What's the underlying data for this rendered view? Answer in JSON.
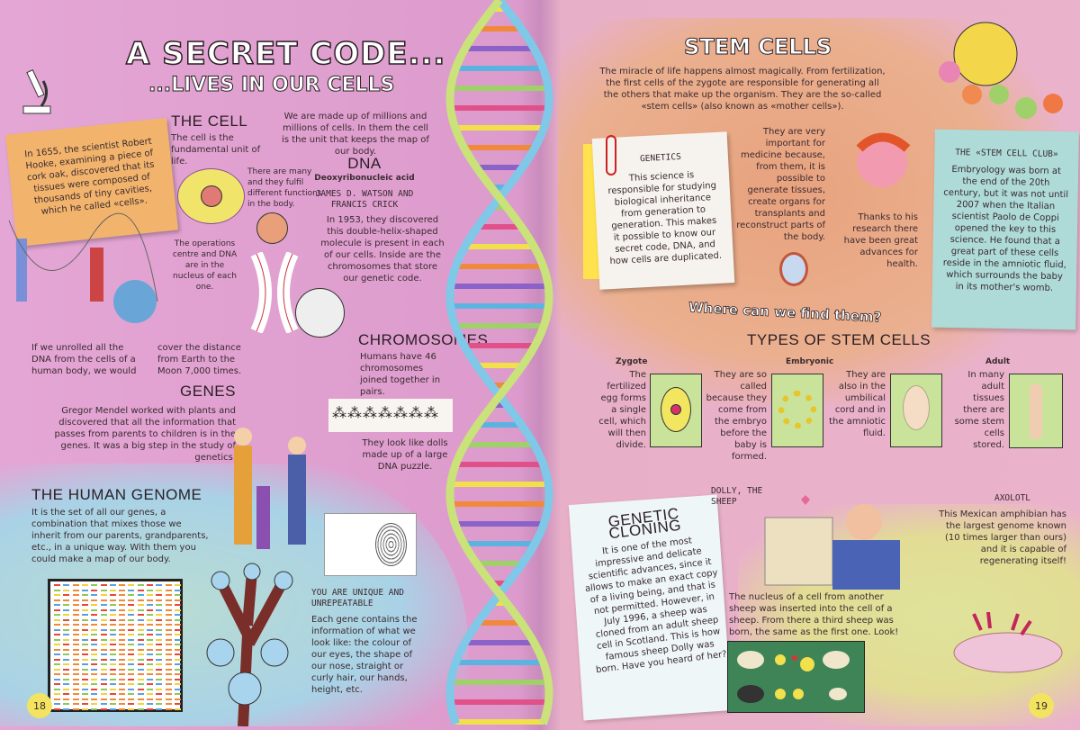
{
  "left_page": {
    "title": "A SECRET CODE...",
    "subtitle": "...LIVES IN OUR CELLS",
    "hooke_note": "In 1655, the scientist Robert Hooke, examining a piece of cork oak, discovered that its tissues were composed of thousands of tiny cavities, which he called «cells».",
    "cell": {
      "heading": "THE CELL",
      "text": "The cell is the fundamental unit of life.",
      "many": "There are many and they fulfil different functions in the body.",
      "nucleus": "The operations centre and DNA are in the nucleus of each one."
    },
    "millions": "We are made up of millions and millions of cells. In them the cell is the unit that keeps the map of our body.",
    "dna": {
      "heading": "DNA",
      "subheading": "Deoxyribonucleic acid",
      "scientists": "JAMES D. WATSON AND FRANCIS CRICK",
      "text": "In 1953, they discovered this double-helix-shaped molecule is present in each of our cells. Inside are the chromosomes that store our genetic code."
    },
    "unroll_1": "If we unrolled all the DNA from the cells of a human body, we would",
    "unroll_2": "cover the distance from Earth to the Moon 7,000 times.",
    "chromosomes": {
      "heading": "CHROMOSOMES",
      "text": "Humans have 46 chromosomes joined together in pairs.",
      "dolls": "They look like dolls made up of a large DNA puzzle."
    },
    "genes": {
      "heading": "GENES",
      "text": "Gregor Mendel worked with plants and discovered that all the information that passes from parents to children is in the genes. It was a big step in the study of genetics."
    },
    "genome": {
      "heading": "THE HUMAN GENOME",
      "text": "It is the set of all our genes, a combination that mixes those we inherit from our parents, grandparents, etc., in a unique way. With them you could make a map of our body."
    },
    "unique": {
      "heading": "YOU ARE UNIQUE AND UNREPEATABLE",
      "text": "Each gene contains the information of what we look like: the colour of our eyes, the shape of our nose, straight or curly hair, our hands, height, etc."
    },
    "page_number": "18"
  },
  "right_page": {
    "title": "STEM CELLS",
    "intro": "The miracle of life happens almost magically. From fertilization, the first cells of the zygote are responsible for generating all the others that make up the organism. They are the so-called «stem cells» (also known as «mother cells»).",
    "genetics": {
      "heading": "GENETICS",
      "text": "This science is responsible for studying biological inheritance from generation to generation. This makes it possible to know our secret code, DNA, and how cells are duplicated."
    },
    "important": "They are very important for medicine because, from them, it is possible to generate tissues, create organs for transplants and reconstruct parts of the body.",
    "research": "Thanks to his research there have been great advances for health.",
    "club": {
      "heading": "THE «STEM CELL CLUB»",
      "text": "Embryology was born at the end of the 20th century, but it was not until 2007 when the Italian scientist Paolo de Coppi opened the key to this science. He found that a great part of these cells reside in the amniotic fluid, which surrounds the baby in its mother's womb."
    },
    "where": "Where can we find them?",
    "types": {
      "heading": "TYPES OF STEM CELLS",
      "items": [
        {
          "label": "Zygote",
          "text": "The fertilized egg forms a single cell, which will then divide."
        },
        {
          "label": "Embryonic",
          "text": "They are so called because they come from the embryo before the baby is formed."
        },
        {
          "label": "",
          "text": "They are also in the umbilical cord and in the amniotic fluid."
        },
        {
          "label": "Adult",
          "text": "In many adult tissues there are some stem cells stored."
        }
      ]
    },
    "cloning": {
      "heading": "GENETIC CLONING",
      "text": "It is one of the most impressive and delicate scientific advances, since it allows to make an exact copy of a living being, and that is not permitted. However, in July 1996, a sheep was cloned from an adult sheep cell in Scotland. This is how famous sheep Dolly was born. Have you heard of her?"
    },
    "dolly": {
      "heading": "DOLLY, THE SHEEP",
      "text": "The nucleus of a cell from another sheep was inserted into the cell of a sheep. From there a third sheep was born, the same as the first one. Look!"
    },
    "axolotl": {
      "heading": "AXOLOTL",
      "text": "This Mexican amphibian has the largest genome known (10 times larger than ours) and it is capable of regenerating itself!"
    },
    "page_number": "19"
  }
}
